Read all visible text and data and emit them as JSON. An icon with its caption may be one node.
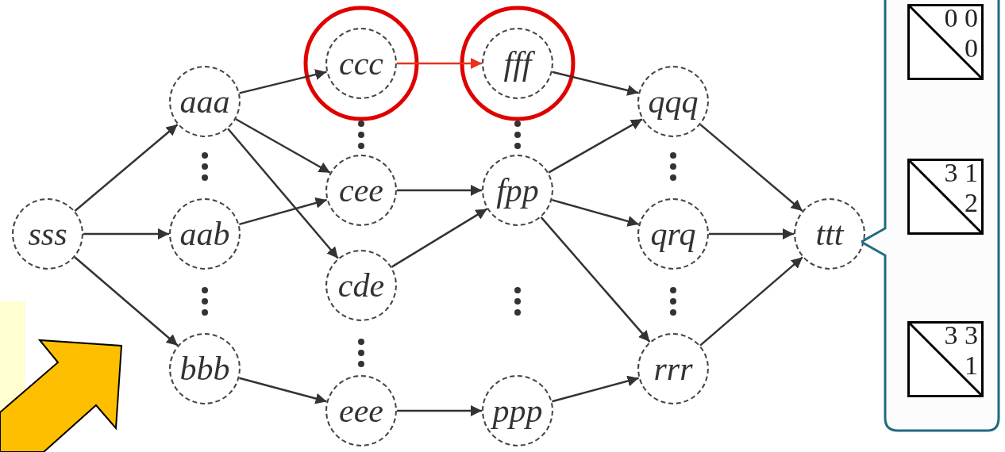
{
  "diagram": {
    "nodes": [
      {
        "text": [
          "sss"
        ]
      },
      {
        "text": [
          "aaa"
        ]
      },
      {
        "text": [
          "aab"
        ]
      },
      {
        "text": [
          "bbb"
        ]
      },
      {
        "text": [
          "ccc"
        ]
      },
      {
        "text": [
          "cee"
        ]
      },
      {
        "text": [
          "cde"
        ]
      },
      {
        "text": [
          "eee"
        ]
      },
      {
        "text": [
          "fff"
        ]
      },
      {
        "text": [
          "fpp"
        ]
      },
      {
        "text": [
          "ppp"
        ]
      },
      {
        "text": [
          "qqq"
        ]
      },
      {
        "text": [
          "qrq"
        ]
      },
      {
        "text": [
          "rrr"
        ]
      },
      {
        "text": [
          "ttt"
        ]
      },
      {
        "text": [],
        "shape": "box"
      },
      {
        "text": [
          "0 0",
          "0"
        ],
        "in": 15
      },
      {
        "text": [
          "3 1",
          "2"
        ],
        "in": 15
      },
      {
        "text": [
          "3 3",
          "1"
        ],
        "in": 15
      }
    ],
    "edges": [
      {
        "from": 0,
        "to": 1,
        "arrow": "to"
      },
      {
        "from": 0,
        "to": 2,
        "arrow": "to"
      },
      {
        "from": 0,
        "to": 3,
        "arrow": "to"
      },
      {
        "from": 1,
        "to": 4,
        "arrow": "to"
      },
      {
        "from": 1,
        "to": 5,
        "arrow": "to"
      },
      {
        "from": 1,
        "to": 6,
        "arrow": "to"
      },
      {
        "from": 2,
        "to": 5,
        "arrow": "to"
      },
      {
        "from": 3,
        "to": 7,
        "arrow": "to"
      },
      {
        "from": 4,
        "to": 8,
        "arrow": "to",
        "color": "#e8321e"
      },
      {
        "from": 5,
        "to": 9,
        "arrow": "to"
      },
      {
        "from": 6,
        "to": 9,
        "arrow": "to"
      },
      {
        "from": 7,
        "to": 10,
        "arrow": "to"
      },
      {
        "from": 8,
        "to": 11,
        "arrow": "to"
      },
      {
        "from": 9,
        "to": 11,
        "arrow": "to"
      },
      {
        "from": 9,
        "to": 12,
        "arrow": "to"
      },
      {
        "from": 9,
        "to": 13,
        "arrow": "to"
      },
      {
        "from": 10,
        "to": 13,
        "arrow": "to"
      },
      {
        "from": 11,
        "to": 14,
        "arrow": "to"
      },
      {
        "from": 12,
        "to": 14,
        "arrow": "to"
      },
      {
        "from": 13,
        "to": 14,
        "arrow": "to"
      }
    ]
  }
}
